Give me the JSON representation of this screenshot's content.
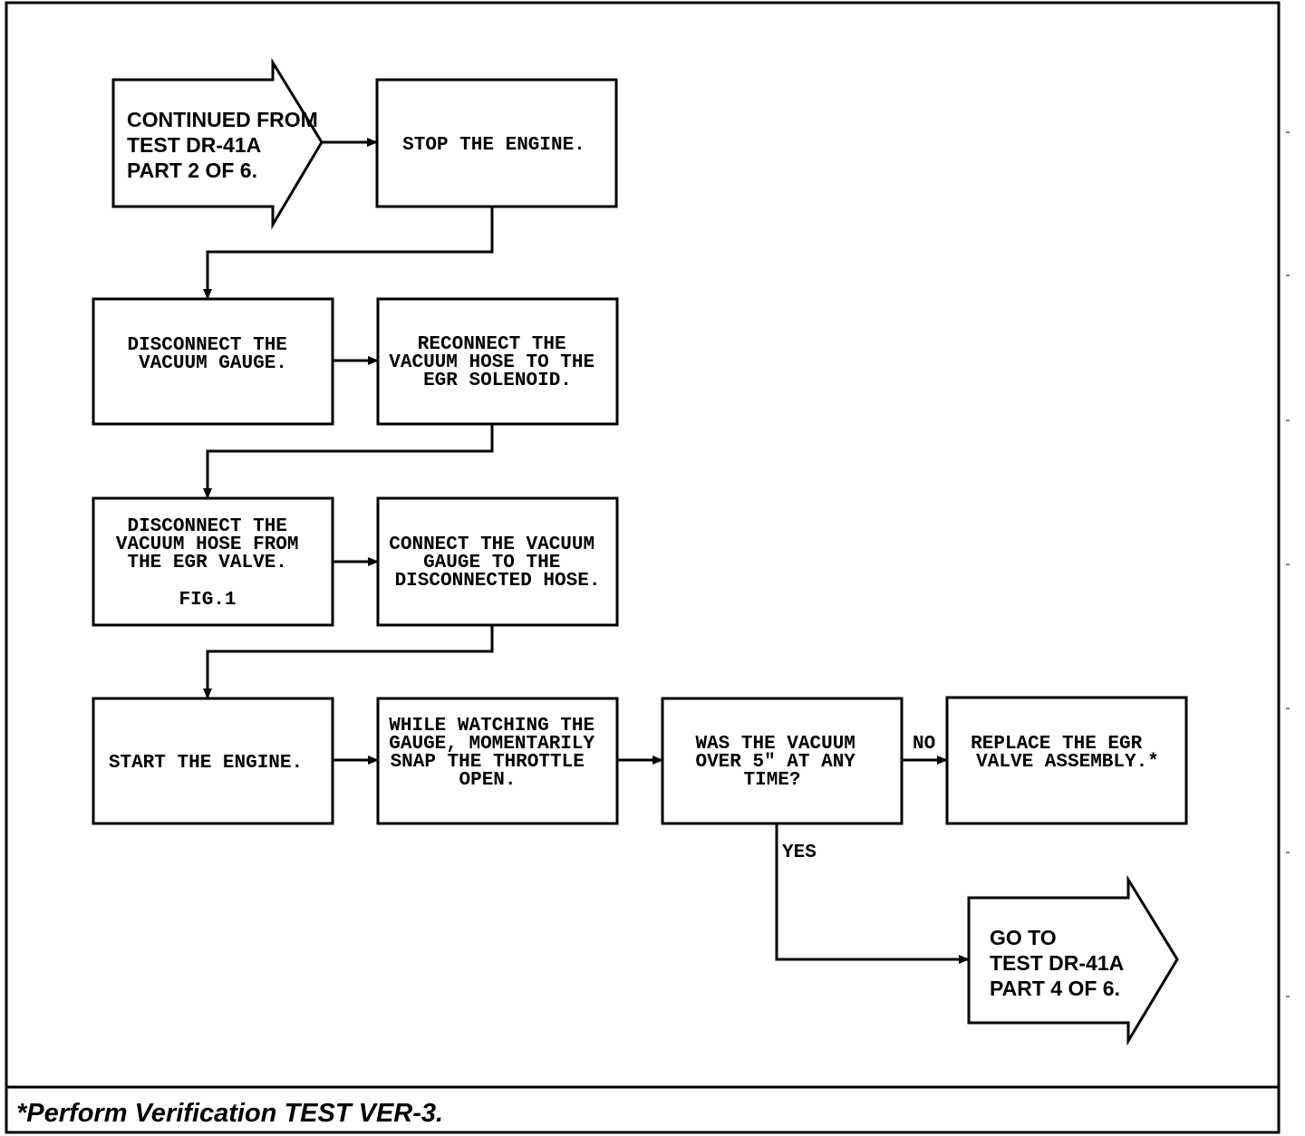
{
  "nodes": {
    "start": {
      "lines": [
        "CONTINUED FROM",
        "TEST DR-41A",
        "PART 2 OF 6."
      ]
    },
    "stop_engine": {
      "lines": [
        "STOP THE ENGINE."
      ]
    },
    "disconnect_gauge": {
      "lines": [
        "DISCONNECT THE",
        "VACUUM GAUGE."
      ]
    },
    "reconnect_hose": {
      "lines": [
        "RECONNECT THE",
        "VACUUM HOSE TO THE",
        "EGR SOLENOID."
      ]
    },
    "disconnect_hose": {
      "lines": [
        "DISCONNECT THE",
        "VACUUM HOSE FROM",
        "THE EGR VALVE.",
        "FIG.1"
      ]
    },
    "connect_gauge": {
      "lines": [
        "CONNECT THE VACUUM",
        "GAUGE TO THE",
        "DISCONNECTED HOSE."
      ]
    },
    "start_engine": {
      "lines": [
        "START THE ENGINE."
      ]
    },
    "snap_throttle": {
      "lines": [
        "WHILE WATCHING THE",
        "GAUGE, MOMENTARILY",
        "SNAP THE THROTTLE",
        "OPEN."
      ]
    },
    "decision": {
      "lines": [
        "WAS THE VACUUM",
        "OVER 5\" AT ANY",
        "TIME?"
      ]
    },
    "replace_valve": {
      "lines": [
        "REPLACE THE EGR",
        "VALVE ASSEMBLY.*"
      ]
    },
    "goto": {
      "lines": [
        "GO TO",
        "TEST DR-41A",
        "PART 4 OF 6."
      ]
    }
  },
  "edge_labels": {
    "no": "NO",
    "yes": "YES"
  },
  "footer": "*Perform Verification TEST VER-3."
}
